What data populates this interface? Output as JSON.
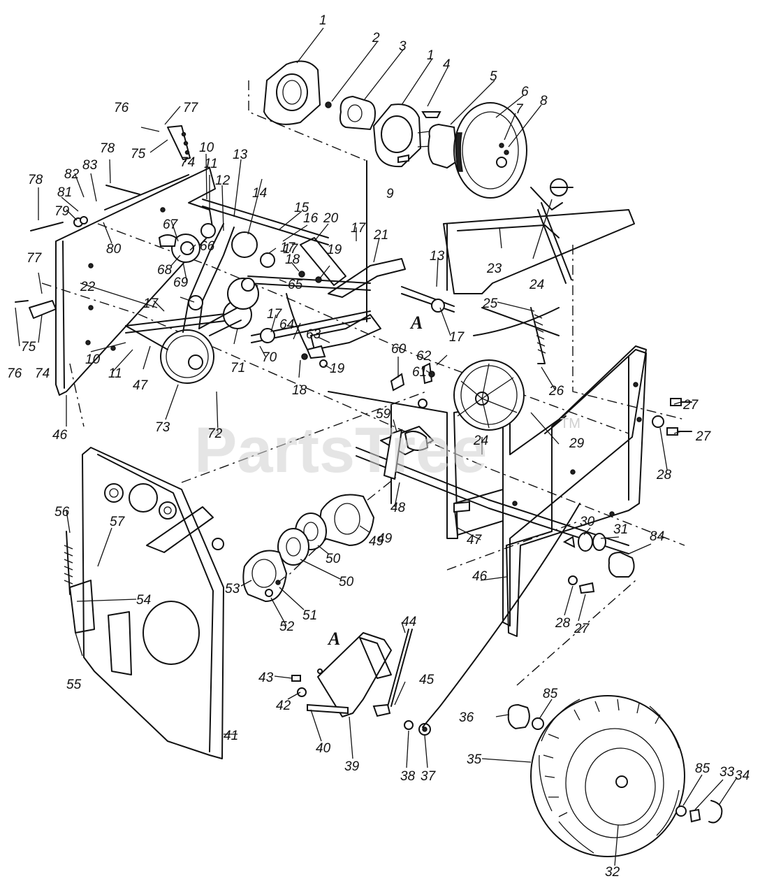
{
  "watermark": {
    "text": "PartsTree",
    "tm": "TM"
  },
  "section_marker": "A",
  "callouts": [
    {
      "id": "c1a",
      "label": "1"
    },
    {
      "id": "c2",
      "label": "2"
    },
    {
      "id": "c3",
      "label": "3"
    },
    {
      "id": "c1b",
      "label": "1"
    },
    {
      "id": "c4",
      "label": "4"
    },
    {
      "id": "c5",
      "label": "5"
    },
    {
      "id": "c6",
      "label": "6"
    },
    {
      "id": "c7",
      "label": "7"
    },
    {
      "id": "c8",
      "label": "8"
    },
    {
      "id": "c9",
      "label": "9"
    },
    {
      "id": "c76a",
      "label": "76"
    },
    {
      "id": "c77a",
      "label": "77"
    },
    {
      "id": "c75a",
      "label": "75"
    },
    {
      "id": "c74a",
      "label": "74"
    },
    {
      "id": "c78a",
      "label": "78"
    },
    {
      "id": "c78b",
      "label": "78"
    },
    {
      "id": "c82",
      "label": "82"
    },
    {
      "id": "c83",
      "label": "83"
    },
    {
      "id": "c81",
      "label": "81"
    },
    {
      "id": "c79",
      "label": "79"
    },
    {
      "id": "c80",
      "label": "80"
    },
    {
      "id": "c10a",
      "label": "10"
    },
    {
      "id": "c11a",
      "label": "11"
    },
    {
      "id": "c13a",
      "label": "13"
    },
    {
      "id": "c12",
      "label": "12"
    },
    {
      "id": "c14",
      "label": "14"
    },
    {
      "id": "c15",
      "label": "15"
    },
    {
      "id": "c16",
      "label": "16"
    },
    {
      "id": "c20",
      "label": "20"
    },
    {
      "id": "c17a",
      "label": "17"
    },
    {
      "id": "c17b",
      "label": "17"
    },
    {
      "id": "c21",
      "label": "21"
    },
    {
      "id": "c13b",
      "label": "13"
    },
    {
      "id": "c23",
      "label": "23"
    },
    {
      "id": "c24a",
      "label": "24"
    },
    {
      "id": "c25",
      "label": "25"
    },
    {
      "id": "c67",
      "label": "67"
    },
    {
      "id": "c66",
      "label": "66"
    },
    {
      "id": "c68",
      "label": "68"
    },
    {
      "id": "c69",
      "label": "69"
    },
    {
      "id": "c17c",
      "label": "17"
    },
    {
      "id": "c18a",
      "label": "18"
    },
    {
      "id": "c19a",
      "label": "19"
    },
    {
      "id": "c65",
      "label": "65"
    },
    {
      "id": "c77b",
      "label": "77"
    },
    {
      "id": "c22",
      "label": "22"
    },
    {
      "id": "c17d",
      "label": "17"
    },
    {
      "id": "c17e",
      "label": "17"
    },
    {
      "id": "c17f",
      "label": "17"
    },
    {
      "id": "c63",
      "label": "63"
    },
    {
      "id": "c64",
      "label": "64"
    },
    {
      "id": "c75b",
      "label": "75"
    },
    {
      "id": "c74b",
      "label": "74"
    },
    {
      "id": "c76b",
      "label": "76"
    },
    {
      "id": "c10b",
      "label": "10"
    },
    {
      "id": "c11b",
      "label": "11"
    },
    {
      "id": "c47a",
      "label": "47"
    },
    {
      "id": "c71",
      "label": "71"
    },
    {
      "id": "c70",
      "label": "70"
    },
    {
      "id": "c18b",
      "label": "18"
    },
    {
      "id": "c19b",
      "label": "19"
    },
    {
      "id": "c26",
      "label": "26"
    },
    {
      "id": "c62",
      "label": "62"
    },
    {
      "id": "c60",
      "label": "60"
    },
    {
      "id": "c61",
      "label": "61"
    },
    {
      "id": "c46a",
      "label": "46"
    },
    {
      "id": "c73",
      "label": "73"
    },
    {
      "id": "c72",
      "label": "72"
    },
    {
      "id": "c59",
      "label": "59"
    },
    {
      "id": "c27a",
      "label": "27"
    },
    {
      "id": "c27b",
      "label": "27"
    },
    {
      "id": "c29",
      "label": "29"
    },
    {
      "id": "c28a",
      "label": "28"
    },
    {
      "id": "c24b",
      "label": "24"
    },
    {
      "id": "c48",
      "label": "48"
    },
    {
      "id": "c49a",
      "label": "49"
    },
    {
      "id": "c56",
      "label": "56"
    },
    {
      "id": "c57",
      "label": "57"
    },
    {
      "id": "c47b",
      "label": "47"
    },
    {
      "id": "c30",
      "label": "30"
    },
    {
      "id": "c31",
      "label": "31"
    },
    {
      "id": "c84",
      "label": "84"
    },
    {
      "id": "c50a",
      "label": "50"
    },
    {
      "id": "c50b",
      "label": "50"
    },
    {
      "id": "c53",
      "label": "53"
    },
    {
      "id": "c49b",
      "label": "49"
    },
    {
      "id": "c46b",
      "label": "46"
    },
    {
      "id": "c54",
      "label": "54"
    },
    {
      "id": "c51",
      "label": "51"
    },
    {
      "id": "c52",
      "label": "52"
    },
    {
      "id": "c28b",
      "label": "28"
    },
    {
      "id": "c27c",
      "label": "27"
    },
    {
      "id": "c55",
      "label": "55"
    },
    {
      "id": "c44",
      "label": "44"
    },
    {
      "id": "c43",
      "label": "43"
    },
    {
      "id": "c45",
      "label": "45"
    },
    {
      "id": "c42",
      "label": "42"
    },
    {
      "id": "c36",
      "label": "36"
    },
    {
      "id": "c85a",
      "label": "85"
    },
    {
      "id": "c41",
      "label": "41"
    },
    {
      "id": "c40",
      "label": "40"
    },
    {
      "id": "c39",
      "label": "39"
    },
    {
      "id": "c38",
      "label": "38"
    },
    {
      "id": "c37",
      "label": "37"
    },
    {
      "id": "c35",
      "label": "35"
    },
    {
      "id": "c85b",
      "label": "85"
    },
    {
      "id": "c33",
      "label": "33"
    },
    {
      "id": "c34",
      "label": "34"
    },
    {
      "id": "c32",
      "label": "32"
    }
  ]
}
